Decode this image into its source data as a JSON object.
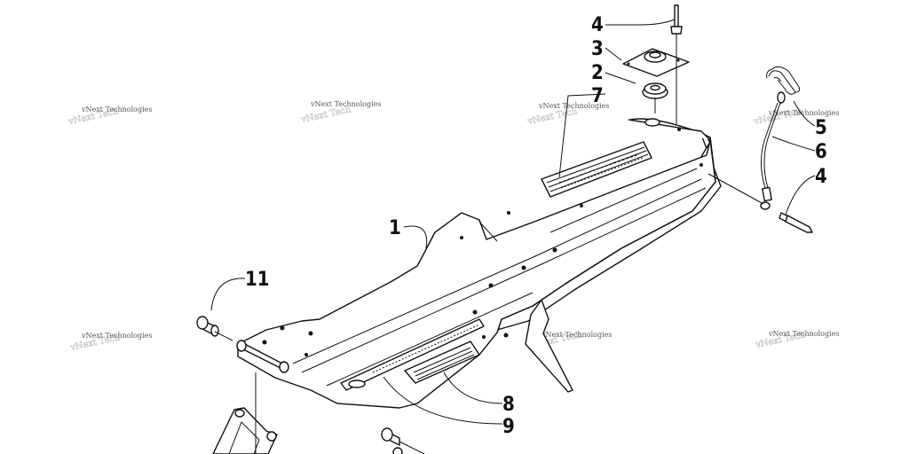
{
  "callouts": [
    {
      "id": "c1",
      "label": "1"
    },
    {
      "id": "c2",
      "label": "2"
    },
    {
      "id": "c3",
      "label": "3"
    },
    {
      "id": "c4a",
      "label": "4"
    },
    {
      "id": "c4b",
      "label": "4"
    },
    {
      "id": "c5",
      "label": "5"
    },
    {
      "id": "c6",
      "label": "6"
    },
    {
      "id": "c7",
      "label": "7"
    },
    {
      "id": "c8",
      "label": "8"
    },
    {
      "id": "c9",
      "label": "9"
    },
    {
      "id": "c11",
      "label": "11"
    }
  ],
  "watermark": {
    "text": "vNext Technologies"
  }
}
